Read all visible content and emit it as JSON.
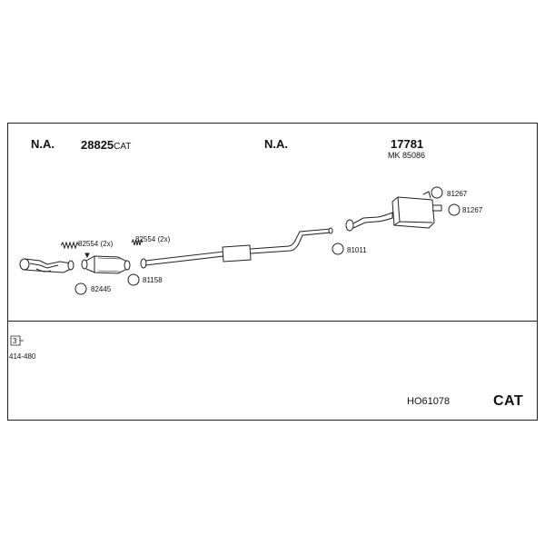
{
  "header": {
    "na_left": "N.A.",
    "na_right": "N.A.",
    "front_part": "28825",
    "front_part_suffix": "CAT",
    "rear_part": "17781",
    "rear_mk": "MK 85086"
  },
  "callouts": {
    "spring_left": "82554 (2x)",
    "spring_right": "82554 (2x)",
    "ring_front": "82445",
    "ring_mid": "81158",
    "ring_rear": "81011",
    "mount_top": "81267",
    "mount_bottom": "81267"
  },
  "footer": {
    "ref_number": "3",
    "ref_code": "414-480",
    "system_code": "HO61078",
    "cat_label": "CAT"
  }
}
